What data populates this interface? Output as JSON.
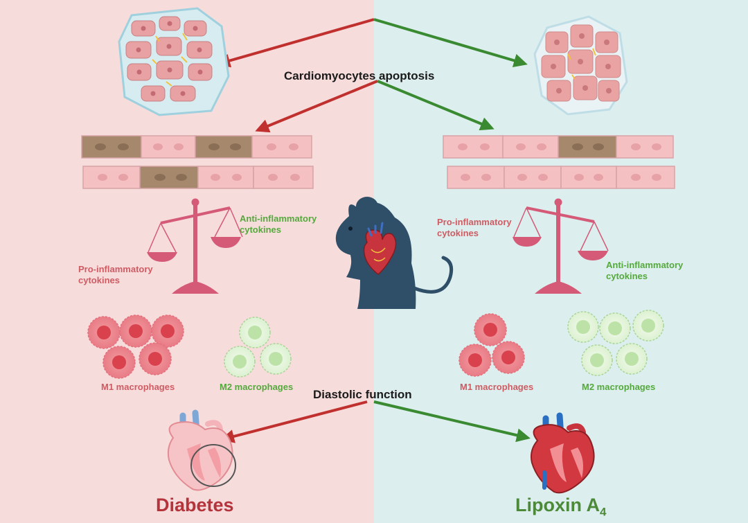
{
  "center": {
    "cardio_label": "Cardiomyocytes apoptosis",
    "diastolic_label": "Diastolic function"
  },
  "left": {
    "title": "Diabetes",
    "pro_inflammatory": [
      "Pro-inflammatory",
      "cytokines"
    ],
    "anti_inflammatory": [
      "Anti-inflammatory",
      "cytokines"
    ],
    "m1_label": "M1 macrophages",
    "m2_label": "M2 macrophages"
  },
  "right": {
    "title_main": "Lipoxin A",
    "title_sub": "4",
    "pro_inflammatory": [
      "Pro-inflammatory",
      "cytokines"
    ],
    "anti_inflammatory": [
      "Anti-inflammatory",
      "cytokines"
    ],
    "m1_label": "M1 macrophages",
    "m2_label": "M2 macrophages"
  },
  "colors": {
    "diabetes_red": "#b3343a",
    "lipoxin_green": "#4c8a3a",
    "arrow_red": "#c0302e",
    "arrow_green": "#3a8a32",
    "scale_pink": "#d45a78",
    "mouse_navy": "#2f4f68",
    "left_bg": "#f7dcdc",
    "right_bg": "#dcefee"
  },
  "icons": [
    "cardiomyocyte-cluster-icon",
    "muscle-fiber-icon",
    "balance-scale-icon",
    "mouse-icon",
    "heart-icon",
    "macrophage-icon",
    "arrow-icon"
  ]
}
